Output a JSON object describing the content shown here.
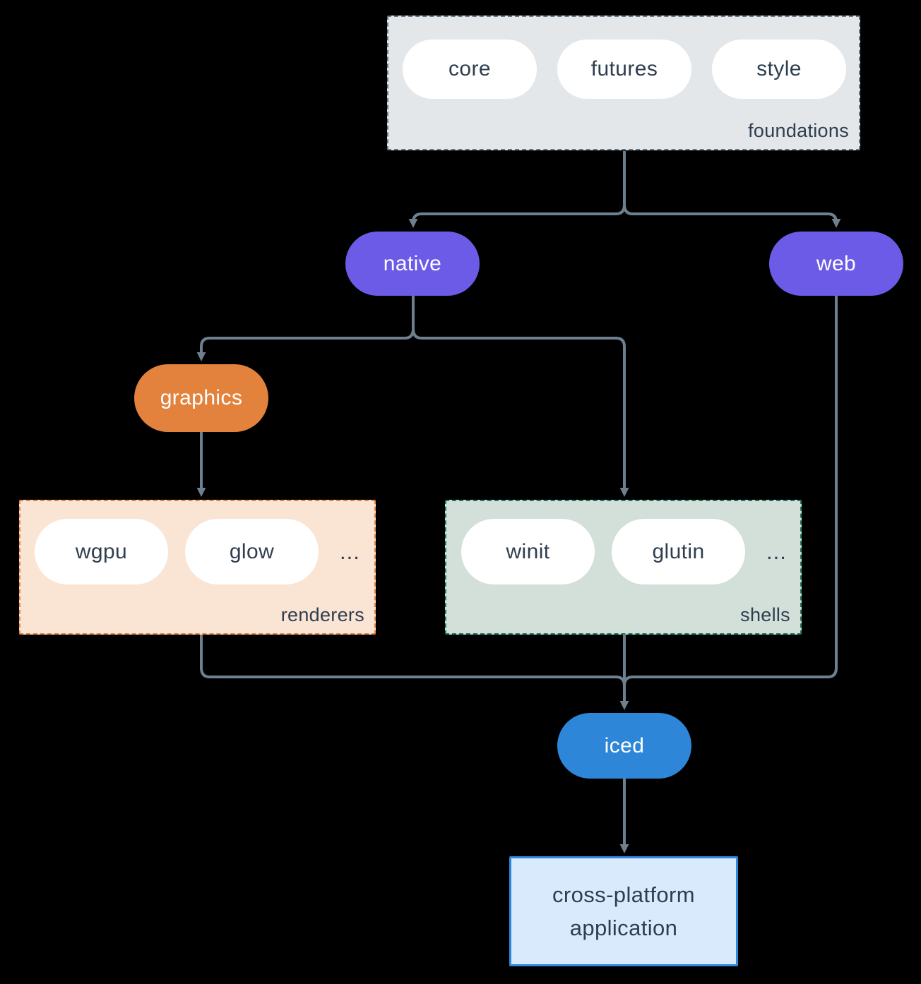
{
  "diagram": {
    "background_color": "#000000",
    "edge_color": "#6e8090",
    "groups": {
      "foundations": {
        "label": "foundations",
        "items": [
          "core",
          "futures",
          "style"
        ],
        "bg_color": "#e3e7ea",
        "border_color": "#62798b"
      },
      "renderers": {
        "label": "renderers",
        "items": [
          "wgpu",
          "glow"
        ],
        "ellipsis": "...",
        "bg_color": "#fae4d4",
        "border_color": "#e9853e"
      },
      "shells": {
        "label": "shells",
        "items": [
          "winit",
          "glutin"
        ],
        "ellipsis": "...",
        "bg_color": "#d2e0d9",
        "border_color": "#1e7a67"
      }
    },
    "nodes": {
      "native": {
        "label": "native",
        "bg_color": "#6b5be6",
        "text_color": "#ffffff"
      },
      "web": {
        "label": "web",
        "bg_color": "#6b5be6",
        "text_color": "#ffffff"
      },
      "graphics": {
        "label": "graphics",
        "bg_color": "#e2823d",
        "text_color": "#ffffff"
      },
      "iced": {
        "label": "iced",
        "bg_color": "#2e86d8",
        "text_color": "#ffffff"
      },
      "application": {
        "line1": "cross-platform",
        "line2": "application",
        "bg_color": "#d8eafb",
        "border_color": "#2f87de",
        "text_color": "#2f3e4f"
      }
    },
    "edges": [
      {
        "from": "foundations",
        "to": "native"
      },
      {
        "from": "foundations",
        "to": "web"
      },
      {
        "from": "native",
        "to": "graphics"
      },
      {
        "from": "native",
        "to": "shells"
      },
      {
        "from": "graphics",
        "to": "renderers"
      },
      {
        "from": "renderers",
        "to": "iced"
      },
      {
        "from": "shells",
        "to": "iced"
      },
      {
        "from": "web",
        "to": "iced"
      },
      {
        "from": "iced",
        "to": "application"
      }
    ]
  }
}
